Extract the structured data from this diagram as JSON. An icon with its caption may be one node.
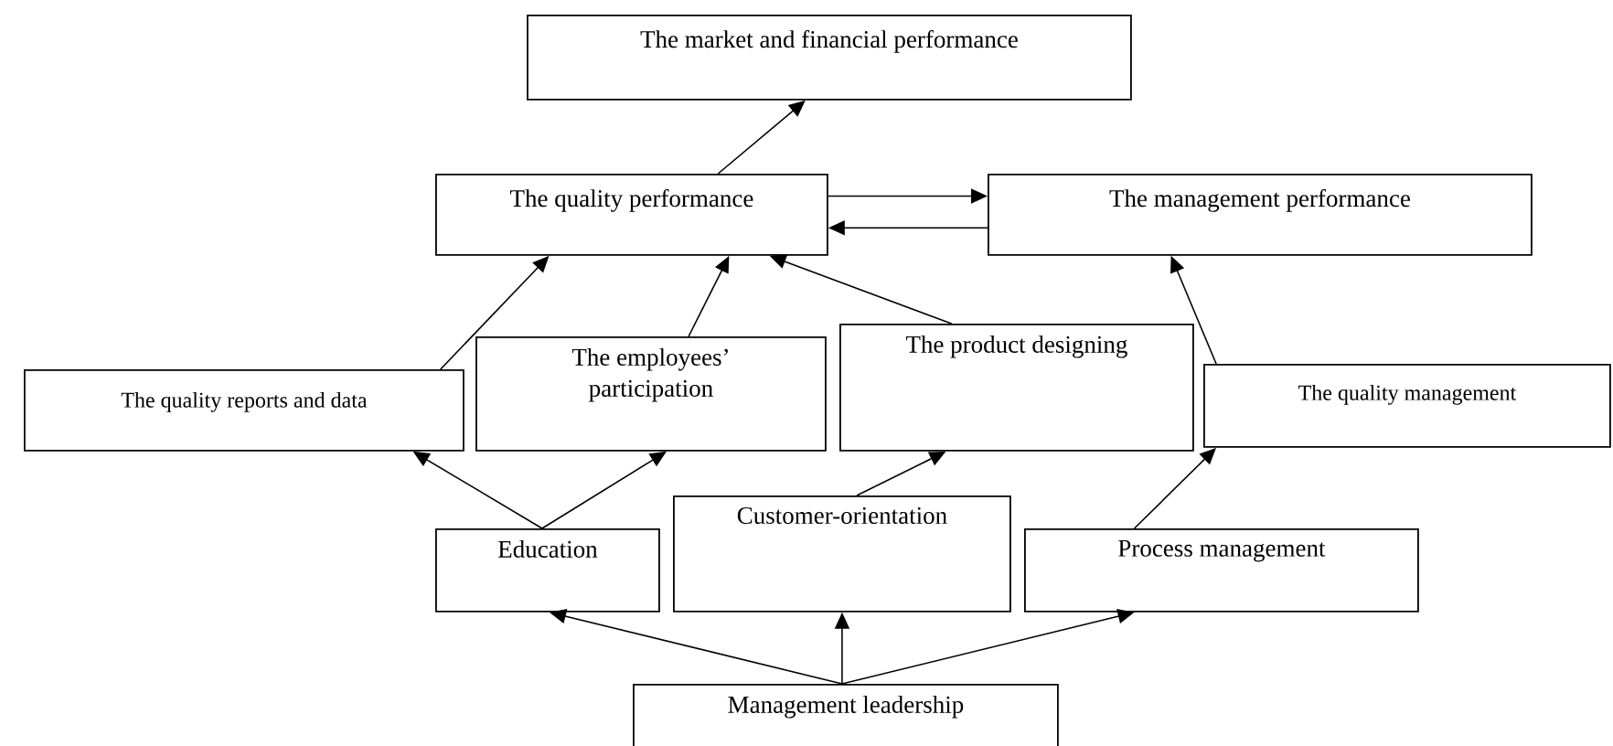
{
  "diagram": {
    "nodes": [
      {
        "text": [
          "The market and financial performance"
        ]
      },
      {
        "text": [
          "The quality performance"
        ]
      },
      {
        "text": [
          "The management performance"
        ]
      },
      {
        "text": [
          "The quality reports and data"
        ]
      },
      {
        "text": [
          "The employees’ participation"
        ]
      },
      {
        "text": [
          "The product designing"
        ]
      },
      {
        "text": [
          "The quality management"
        ]
      },
      {
        "text": [
          "Education"
        ]
      },
      {
        "text": [
          "Customer-orientation"
        ]
      },
      {
        "text": [
          "Process management"
        ]
      },
      {
        "text": [
          "Management leadership"
        ]
      }
    ],
    "edges": [
      {
        "from": 1,
        "to": 0,
        "arrow": "to"
      },
      {
        "from": 1,
        "to": 2,
        "arrow": "to"
      },
      {
        "from": 2,
        "to": 1,
        "arrow": "to"
      },
      {
        "from": 3,
        "to": 1,
        "arrow": "to"
      },
      {
        "from": 4,
        "to": 1,
        "arrow": "to"
      },
      {
        "from": 5,
        "to": 1,
        "arrow": "to"
      },
      {
        "from": 6,
        "to": 2,
        "arrow": "to"
      },
      {
        "from": 7,
        "to": 3,
        "arrow": "to"
      },
      {
        "from": 7,
        "to": 4,
        "arrow": "to"
      },
      {
        "from": 8,
        "to": 5,
        "arrow": "to"
      },
      {
        "from": 9,
        "to": 6,
        "arrow": "to"
      },
      {
        "from": 10,
        "to": 7,
        "arrow": "to"
      },
      {
        "from": 10,
        "to": 8,
        "arrow": "to"
      },
      {
        "from": 10,
        "to": 9,
        "arrow": "to"
      }
    ]
  }
}
